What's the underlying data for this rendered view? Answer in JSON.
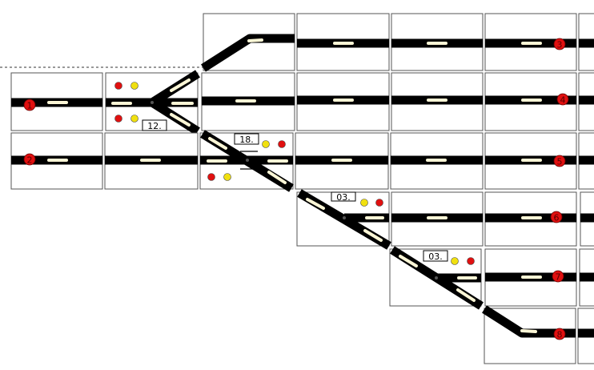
{
  "colors": {
    "track": "#000000",
    "route_light": "#fbf6d6",
    "signal_red": "#e01010",
    "signal_yellow": "#f0e010",
    "tile_border": "#555555",
    "background": "#ffffff"
  },
  "tracks": [
    {
      "id": "1",
      "label": "1"
    },
    {
      "id": "2",
      "label": "2"
    },
    {
      "id": "3",
      "label": "3"
    },
    {
      "id": "4",
      "label": "4"
    },
    {
      "id": "5",
      "label": "5"
    },
    {
      "id": "6",
      "label": "6"
    },
    {
      "id": "7",
      "label": "7"
    },
    {
      "id": "8",
      "label": "8"
    }
  ],
  "switches": [
    {
      "id": "sw12",
      "label": "12."
    },
    {
      "id": "sw18",
      "label": "18."
    },
    {
      "id": "sw03a",
      "label": "03."
    },
    {
      "id": "sw03b",
      "label": "03."
    }
  ]
}
